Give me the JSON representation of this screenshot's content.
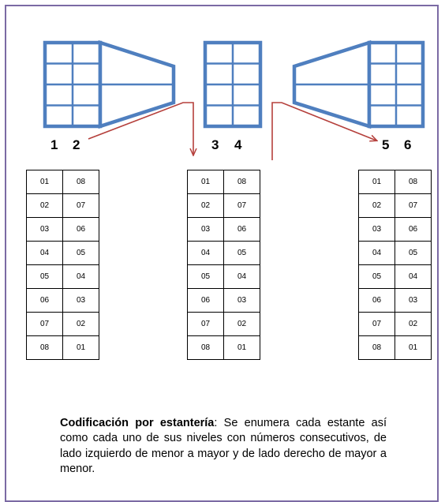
{
  "shelves": [
    {
      "id": "left",
      "labels": [
        "1",
        "2"
      ]
    },
    {
      "id": "center",
      "labels": [
        "3",
        "4"
      ]
    },
    {
      "id": "right",
      "labels": [
        "5",
        "6"
      ]
    }
  ],
  "tables": [
    {
      "rows": [
        [
          "01",
          "08"
        ],
        [
          "02",
          "07"
        ],
        [
          "03",
          "06"
        ],
        [
          "04",
          "05"
        ],
        [
          "05",
          "04"
        ],
        [
          "06",
          "03"
        ],
        [
          "07",
          "02"
        ],
        [
          "08",
          "01"
        ]
      ]
    },
    {
      "rows": [
        [
          "01",
          "08"
        ],
        [
          "02",
          "07"
        ],
        [
          "03",
          "06"
        ],
        [
          "04",
          "05"
        ],
        [
          "05",
          "04"
        ],
        [
          "06",
          "03"
        ],
        [
          "07",
          "02"
        ],
        [
          "08",
          "01"
        ]
      ]
    },
    {
      "rows": [
        [
          "01",
          "08"
        ],
        [
          "02",
          "07"
        ],
        [
          "03",
          "06"
        ],
        [
          "04",
          "05"
        ],
        [
          "05",
          "04"
        ],
        [
          "06",
          "03"
        ],
        [
          "07",
          "02"
        ],
        [
          "08",
          "01"
        ]
      ]
    }
  ],
  "caption": {
    "title": "Codificación por estantería",
    "text": ": Se enumera cada estante así como cada uno de sus niveles con números consecutivos, de lado izquierdo de menor a mayor y de lado derecho de mayor a menor."
  },
  "colors": {
    "frame": "#7b6aa4",
    "shelf": "#4f7fbf",
    "arrow": "#b5403c"
  }
}
